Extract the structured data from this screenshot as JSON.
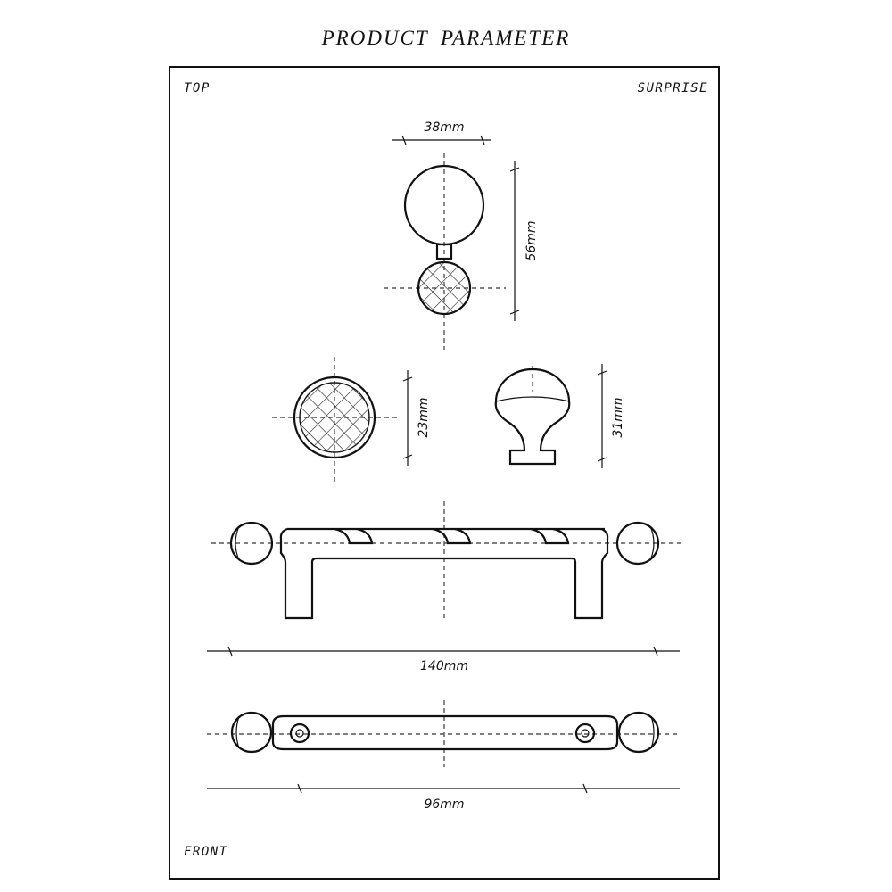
{
  "title": "PRODUCT PARAMETER",
  "labels": {
    "top": "TOP",
    "surprise": "SURPRISE",
    "front": "FRONT"
  },
  "dimensions": {
    "width_38": "38mm",
    "height_56": "56mm",
    "diameter_23": "23mm",
    "height_31": "31mm",
    "length_140": "140mm",
    "hole_spacing_96": "96mm"
  }
}
